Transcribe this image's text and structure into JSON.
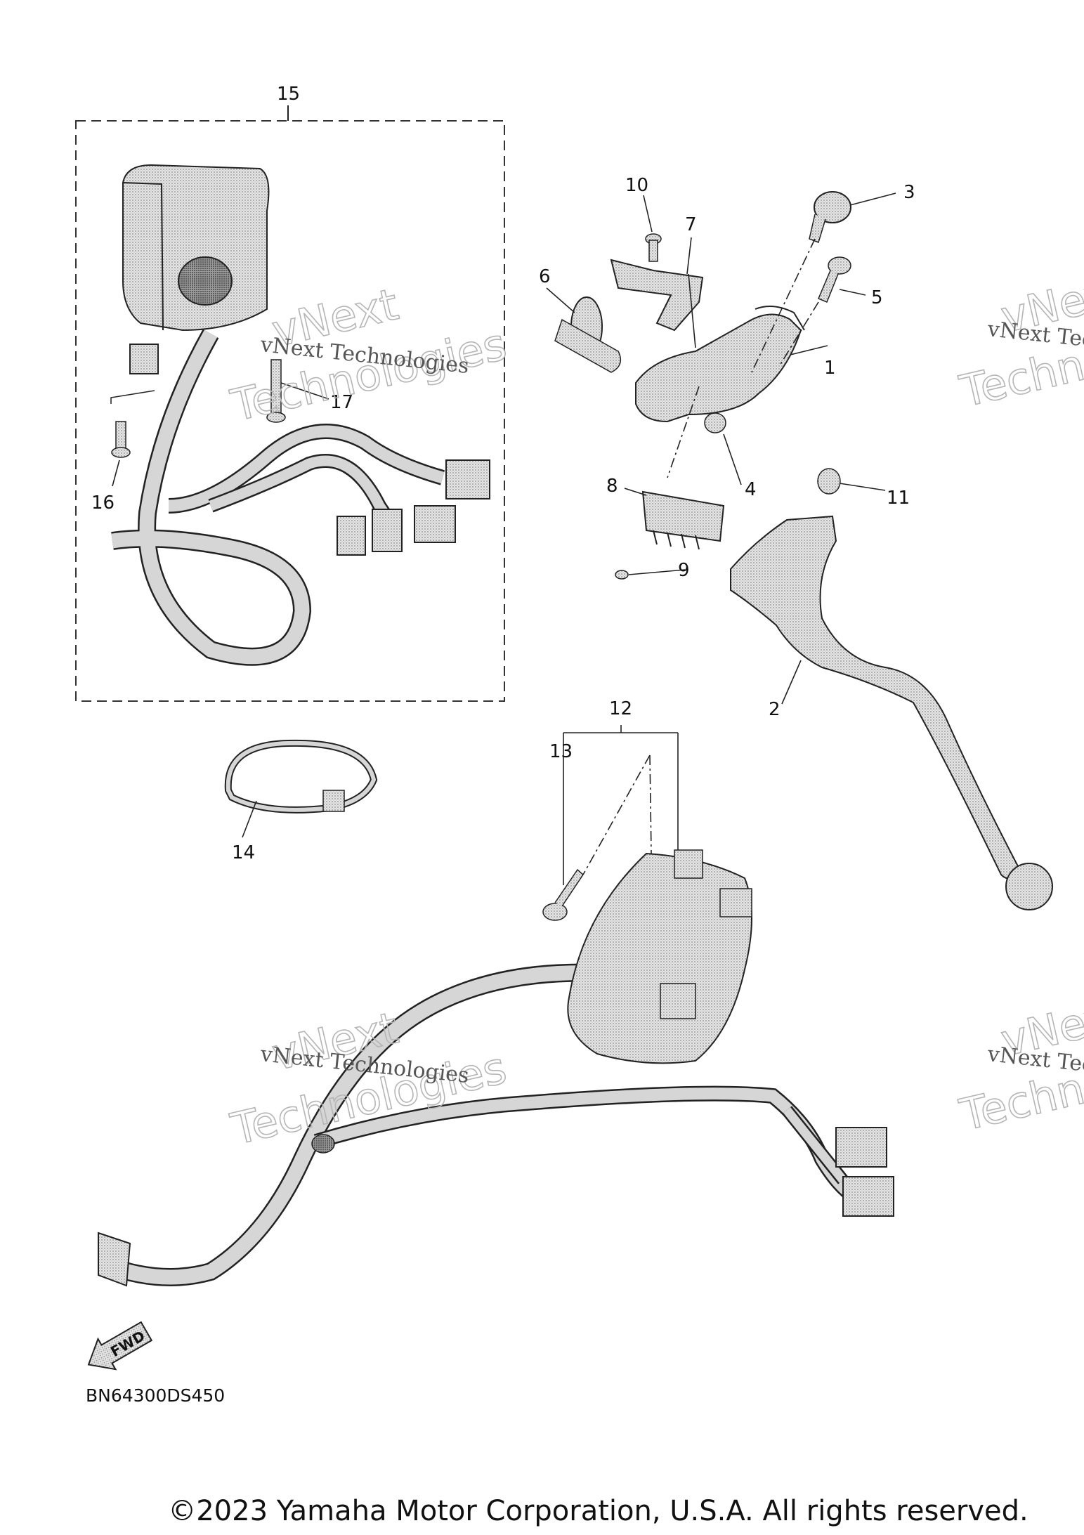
{
  "diagram": {
    "callouts": [
      "1",
      "2",
      "3",
      "4",
      "5",
      "6",
      "7",
      "8",
      "9",
      "10",
      "11",
      "12",
      "13",
      "14",
      "15",
      "16",
      "17"
    ],
    "watermark": {
      "line1": "vNext Technologies",
      "line2": "vNext",
      "line3": "Technologies"
    },
    "fwd_label": "FWD",
    "diagram_code": "BN64300DS450"
  },
  "footer": {
    "copyright": "©2023 Yamaha Motor Corporation, U.S.A. All rights reserved."
  },
  "colors": {
    "part_fill": "#d4d4d4",
    "part_stroke": "#2a2a2a",
    "dashed_box": "#333333"
  }
}
